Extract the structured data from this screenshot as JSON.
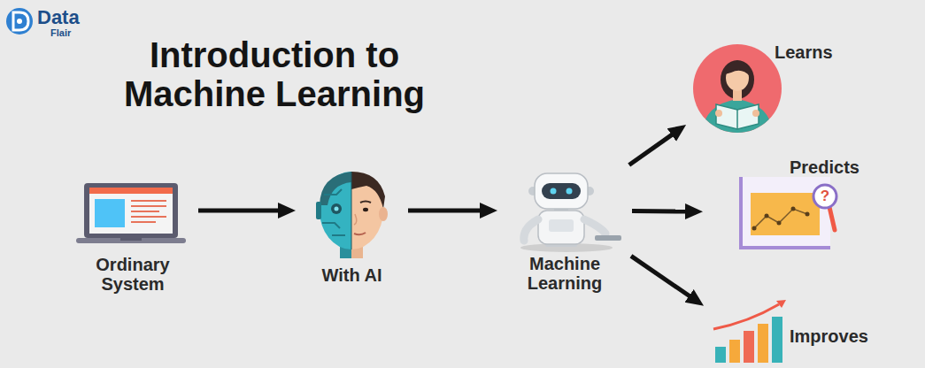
{
  "diagram": {
    "title": "Introduction to Machine Learning",
    "nodes": [
      {
        "text": [
          "Ordinary System"
        ]
      },
      {
        "text": [
          "With AI"
        ]
      },
      {
        "text": [
          "Machine Learning"
        ]
      },
      {
        "text": [
          "Learns"
        ]
      },
      {
        "text": [
          "Predicts"
        ]
      },
      {
        "text": [
          "Improves"
        ]
      }
    ],
    "edges": [
      {
        "from": 0,
        "to": 1,
        "arrow": "to"
      },
      {
        "from": 1,
        "to": 2,
        "arrow": "to"
      },
      {
        "from": 2,
        "to": 3,
        "arrow": "to"
      },
      {
        "from": 2,
        "to": 4,
        "arrow": "to"
      },
      {
        "from": 2,
        "to": 5,
        "arrow": "to"
      }
    ],
    "labels": [
      "Data",
      "Flair",
      "?"
    ]
  }
}
